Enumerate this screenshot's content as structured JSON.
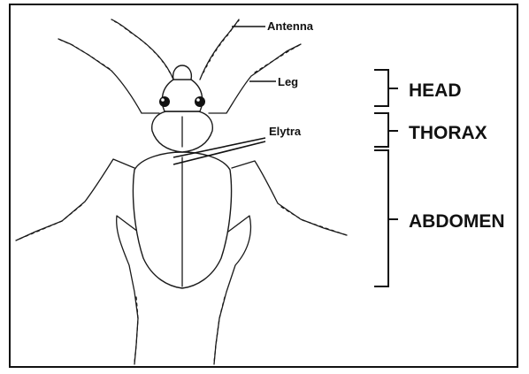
{
  "labels": {
    "antenna": "Antenna",
    "leg": "Leg",
    "elytra": "Elytra",
    "head": "HEAD",
    "thorax": "THORAX",
    "abdomen": "ABDOMEN"
  }
}
